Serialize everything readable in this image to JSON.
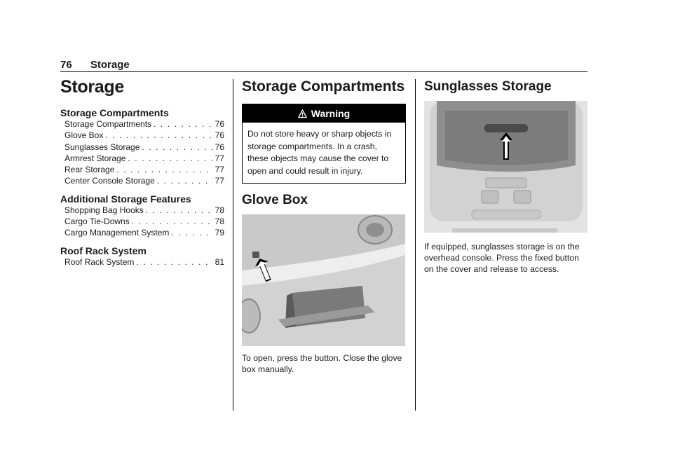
{
  "header": {
    "page_number": "76",
    "section": "Storage"
  },
  "toc": {
    "title": "Storage",
    "groups": [
      {
        "heading": "Storage Compartments",
        "items": [
          {
            "label": "Storage Compartments",
            "page": "76"
          },
          {
            "label": "Glove Box",
            "page": "76"
          },
          {
            "label": "Sunglasses Storage",
            "page": "76"
          },
          {
            "label": "Armrest Storage",
            "page": "77"
          },
          {
            "label": "Rear Storage",
            "page": "77"
          },
          {
            "label": "Center Console Storage",
            "page": "77"
          }
        ]
      },
      {
        "heading": "Additional Storage Features",
        "items": [
          {
            "label": "Shopping Bag Hooks",
            "page": "78"
          },
          {
            "label": "Cargo Tie-Downs",
            "page": "78"
          },
          {
            "label": "Cargo Management System",
            "page": "79"
          }
        ]
      },
      {
        "heading": "Roof Rack System",
        "items": [
          {
            "label": "Roof Rack System",
            "page": "81"
          }
        ]
      }
    ]
  },
  "storage_compartments": {
    "title": "Storage Compartments",
    "warning": {
      "label": "Warning",
      "icon": "warning-icon",
      "text": "Do not store heavy or sharp objects in storage compartments. In a crash, these objects may cause the cover to open and could result in injury."
    }
  },
  "glove_box": {
    "title": "Glove Box",
    "text": "To open, press the button. Close the glove box manually."
  },
  "sunglasses": {
    "title": "Sunglasses Storage",
    "text": "If equipped, sunglasses storage is on the overhead console. Press the fixed button on the cover and release to access."
  },
  "colors": {
    "rule": "#000000",
    "warning_bg": "#000000",
    "illustration_bg": "#e0e0e0"
  }
}
